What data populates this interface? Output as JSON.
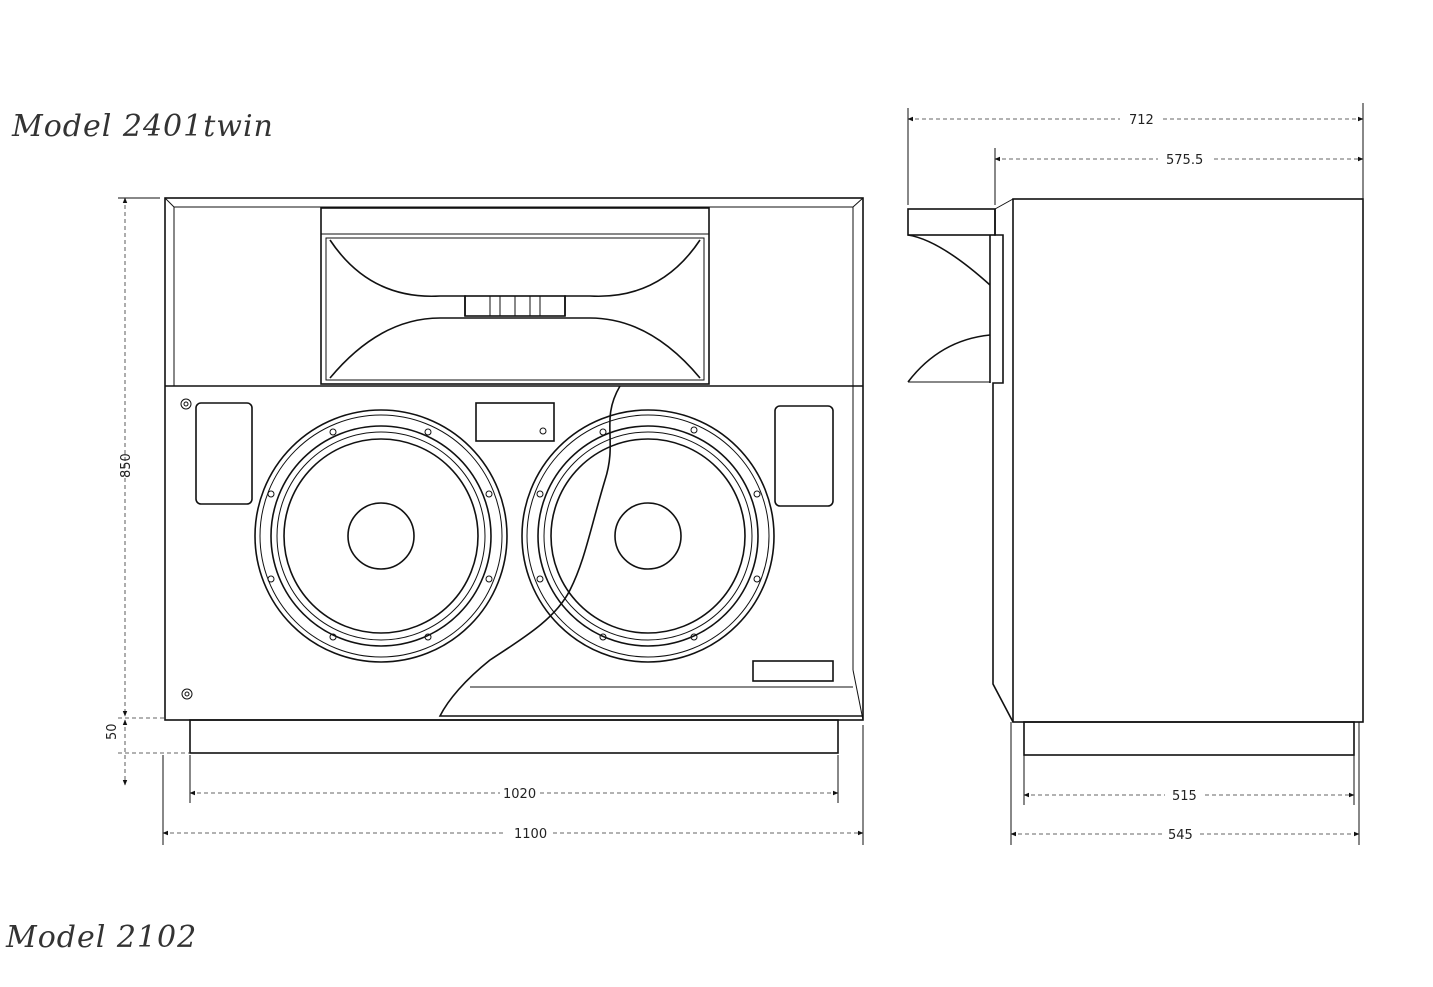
{
  "titles": {
    "top": "Model 2401twin",
    "bottom": "Model 2102"
  },
  "front_view": {
    "height_label": "850",
    "base_label": "50",
    "inner_width_label": "1020",
    "outer_width_label": "1100"
  },
  "side_view": {
    "overall_depth_label": "712",
    "cabinet_depth_label": "575.5",
    "base_depth_label": "515",
    "outer_depth_label": "545"
  }
}
